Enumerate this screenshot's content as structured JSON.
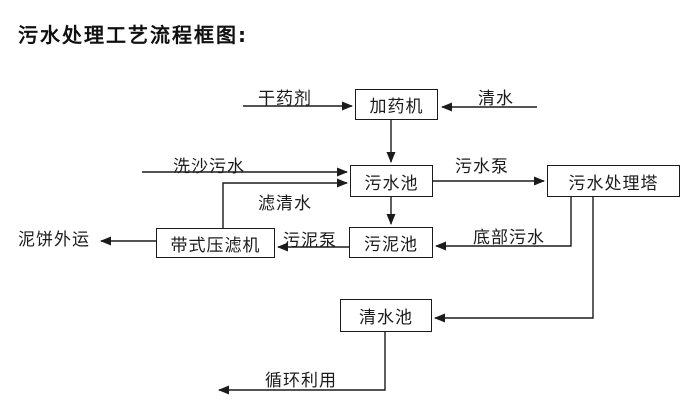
{
  "title": "污水处理工艺流程框图:",
  "colors": {
    "line": "#1b1b1b",
    "background": "#ffffff",
    "box_fill": "#ffffff"
  },
  "nodes": [
    {
      "id": "dosing-machine",
      "label": "加药机"
    },
    {
      "id": "sewage-pool",
      "label": "污水池"
    },
    {
      "id": "sewage-treatment-tower",
      "label": "污水处理塔"
    },
    {
      "id": "sludge-pool",
      "label": "污泥池"
    },
    {
      "id": "belt-filter-press",
      "label": "带式压滤机"
    },
    {
      "id": "clean-water-pool",
      "label": "清水池"
    }
  ],
  "edge_labels": [
    {
      "id": "dry-agent",
      "text": "干药剂"
    },
    {
      "id": "clean-water",
      "text": "清水"
    },
    {
      "id": "sand-wash-sewage",
      "text": "洗沙污水"
    },
    {
      "id": "sewage-pump",
      "text": "污水泵"
    },
    {
      "id": "filtered-water",
      "text": "滤清水"
    },
    {
      "id": "sludge-pump",
      "text": "污泥泵"
    },
    {
      "id": "bottom-sewage",
      "text": "底部污水"
    },
    {
      "id": "mud-cake-outbound",
      "text": "泥饼外运"
    },
    {
      "id": "recycle-use",
      "text": "循环利用"
    }
  ],
  "edges": [
    {
      "from": "外部",
      "to": "加药机",
      "label": "干药剂"
    },
    {
      "from": "外部",
      "to": "加药机",
      "label": "清水"
    },
    {
      "from": "加药机",
      "to": "污水池",
      "label": ""
    },
    {
      "from": "外部",
      "to": "污水池",
      "label": "洗沙污水"
    },
    {
      "from": "带式压滤机",
      "to": "污水池",
      "label": "滤清水"
    },
    {
      "from": "污水池",
      "to": "污水处理塔",
      "label": "污水泵"
    },
    {
      "from": "污水池",
      "to": "污泥池",
      "label": ""
    },
    {
      "from": "污水处理塔",
      "to": "污泥池",
      "label": "底部污水"
    },
    {
      "from": "污泥池",
      "to": "带式压滤机",
      "label": "污泥泵"
    },
    {
      "from": "带式压滤机",
      "to": "外部",
      "label": "泥饼外运"
    },
    {
      "from": "污水处理塔",
      "to": "清水池",
      "label": ""
    },
    {
      "from": "清水池",
      "to": "外部",
      "label": "循环利用"
    }
  ]
}
